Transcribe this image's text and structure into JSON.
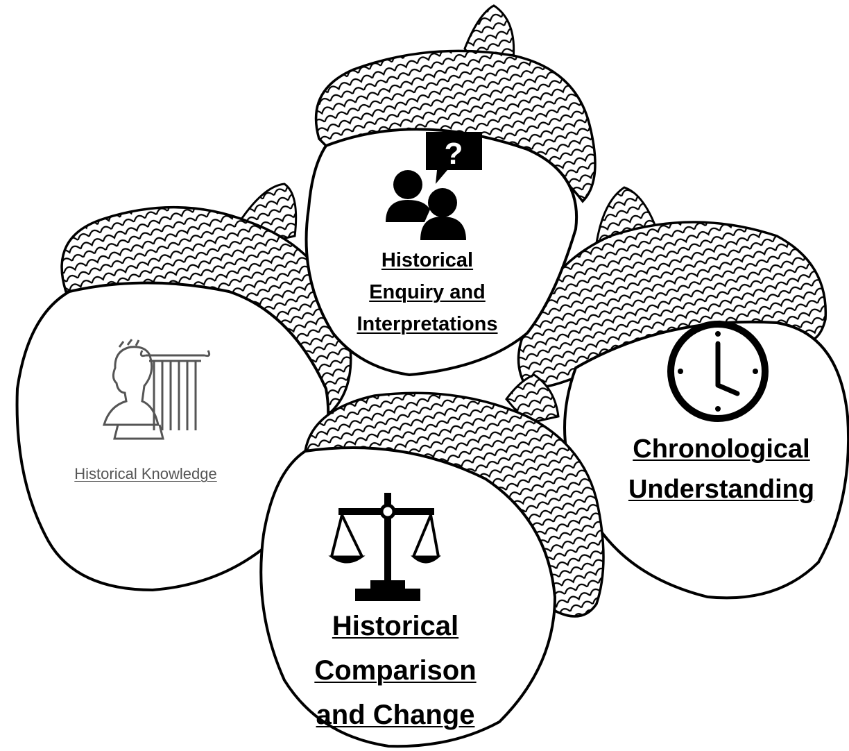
{
  "acorns": [
    {
      "id": "enquiry",
      "label_lines": [
        "Historical",
        "Enquiry and",
        "Interpretations"
      ],
      "icon": "people-question-icon"
    },
    {
      "id": "knowledge",
      "label_lines": [
        "Historical Knowledge"
      ],
      "icon": "roman-bust-column-icon"
    },
    {
      "id": "chronological",
      "label_lines": [
        "Chronological",
        "Understanding"
      ],
      "icon": "clock-icon"
    },
    {
      "id": "comparison",
      "label_lines": [
        "Historical",
        "Comparison",
        "and Change"
      ],
      "icon": "balance-scale-icon"
    }
  ],
  "colors": {
    "ink": "#000000",
    "background": "#ffffff",
    "faded_ink": "#666666"
  }
}
